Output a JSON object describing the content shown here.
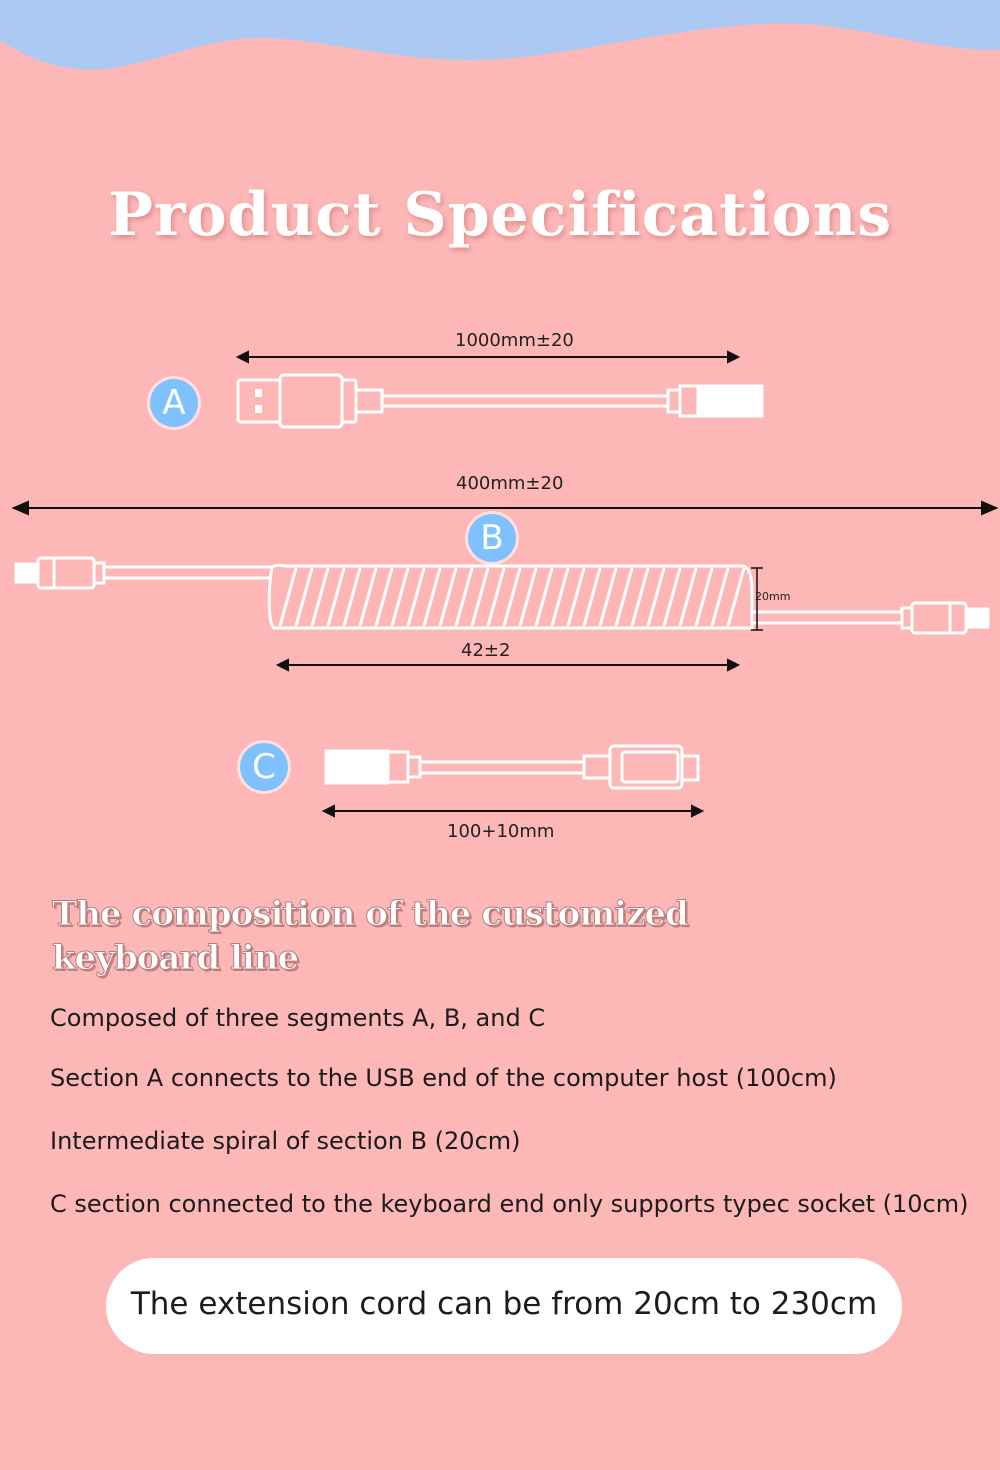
{
  "header": {
    "title": "Product Specifications"
  },
  "colors": {
    "background": "#fdb7b7",
    "wave": "#acc9f3",
    "badge": "#7fc0ff",
    "cable": "#ffffff"
  },
  "diagram": {
    "segments": [
      {
        "badge": "A",
        "dimension": "1000mm±20"
      },
      {
        "badge": "B",
        "dimension": "400mm±20",
        "coil_length": "42±2",
        "coil_height": "20mm"
      },
      {
        "badge": "C",
        "dimension": "100+10mm"
      }
    ]
  },
  "composition": {
    "heading": "The composition of the customized keyboard line",
    "items": [
      "Composed of three segments A, B, and C",
      "Section A connects to the USB end of the computer host (100cm)",
      "Intermediate spiral of section B (20cm)",
      "C section connected to the keyboard end only supports typec socket (10cm)"
    ]
  },
  "note": {
    "text": "The extension cord can be from 20cm to 230cm"
  }
}
